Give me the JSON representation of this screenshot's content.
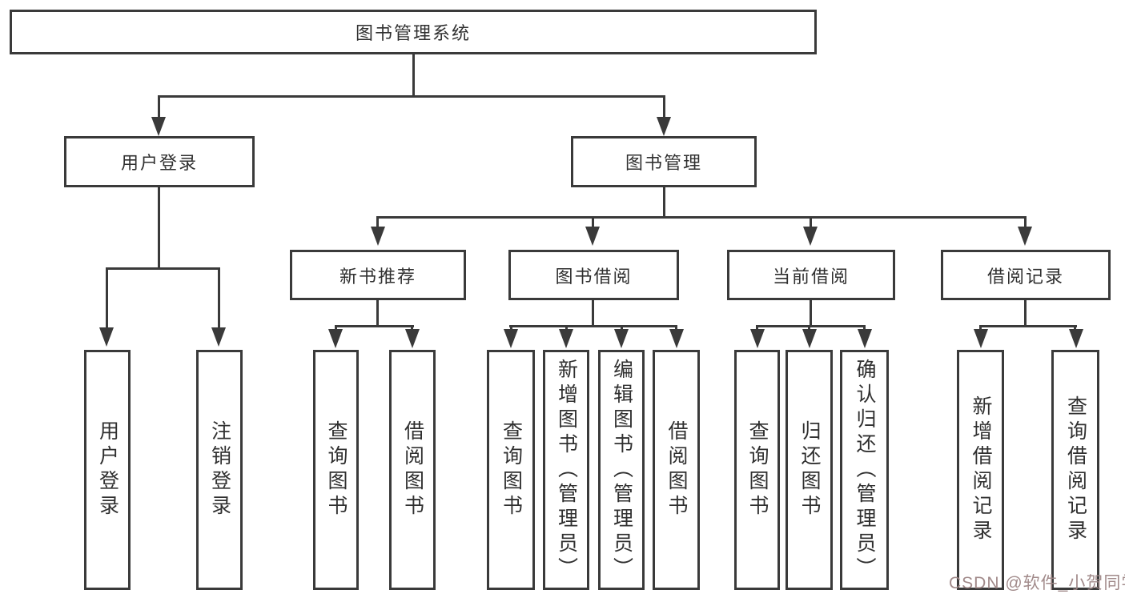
{
  "tree": {
    "label": "图书管理系统",
    "children": [
      {
        "label": "用户登录",
        "children": [
          {
            "label": "用户登录"
          },
          {
            "label": "注销登录"
          }
        ]
      },
      {
        "label": "图书管理",
        "children": [
          {
            "label": "新书推荐",
            "children": [
              {
                "label": "查询图书"
              },
              {
                "label": "借阅图书"
              }
            ]
          },
          {
            "label": "图书借阅",
            "children": [
              {
                "label": "查询图书"
              },
              {
                "label": "新增图书（管理员）"
              },
              {
                "label": "编辑图书（管理员）"
              },
              {
                "label": "借阅图书"
              }
            ]
          },
          {
            "label": "当前借阅",
            "children": [
              {
                "label": "查询图书"
              },
              {
                "label": "归还图书"
              },
              {
                "label": "确认归还（管理员）"
              }
            ]
          },
          {
            "label": "借阅记录",
            "children": [
              {
                "label": "新增借阅记录"
              },
              {
                "label": "查询借阅记录"
              }
            ]
          }
        ]
      }
    ]
  },
  "watermark": {
    "text": "CSDN @软件_小贺同学",
    "color": "#9c8484"
  },
  "colors": {
    "line": "#3a3a3a",
    "text": "#303030",
    "background": "#ffffff"
  }
}
